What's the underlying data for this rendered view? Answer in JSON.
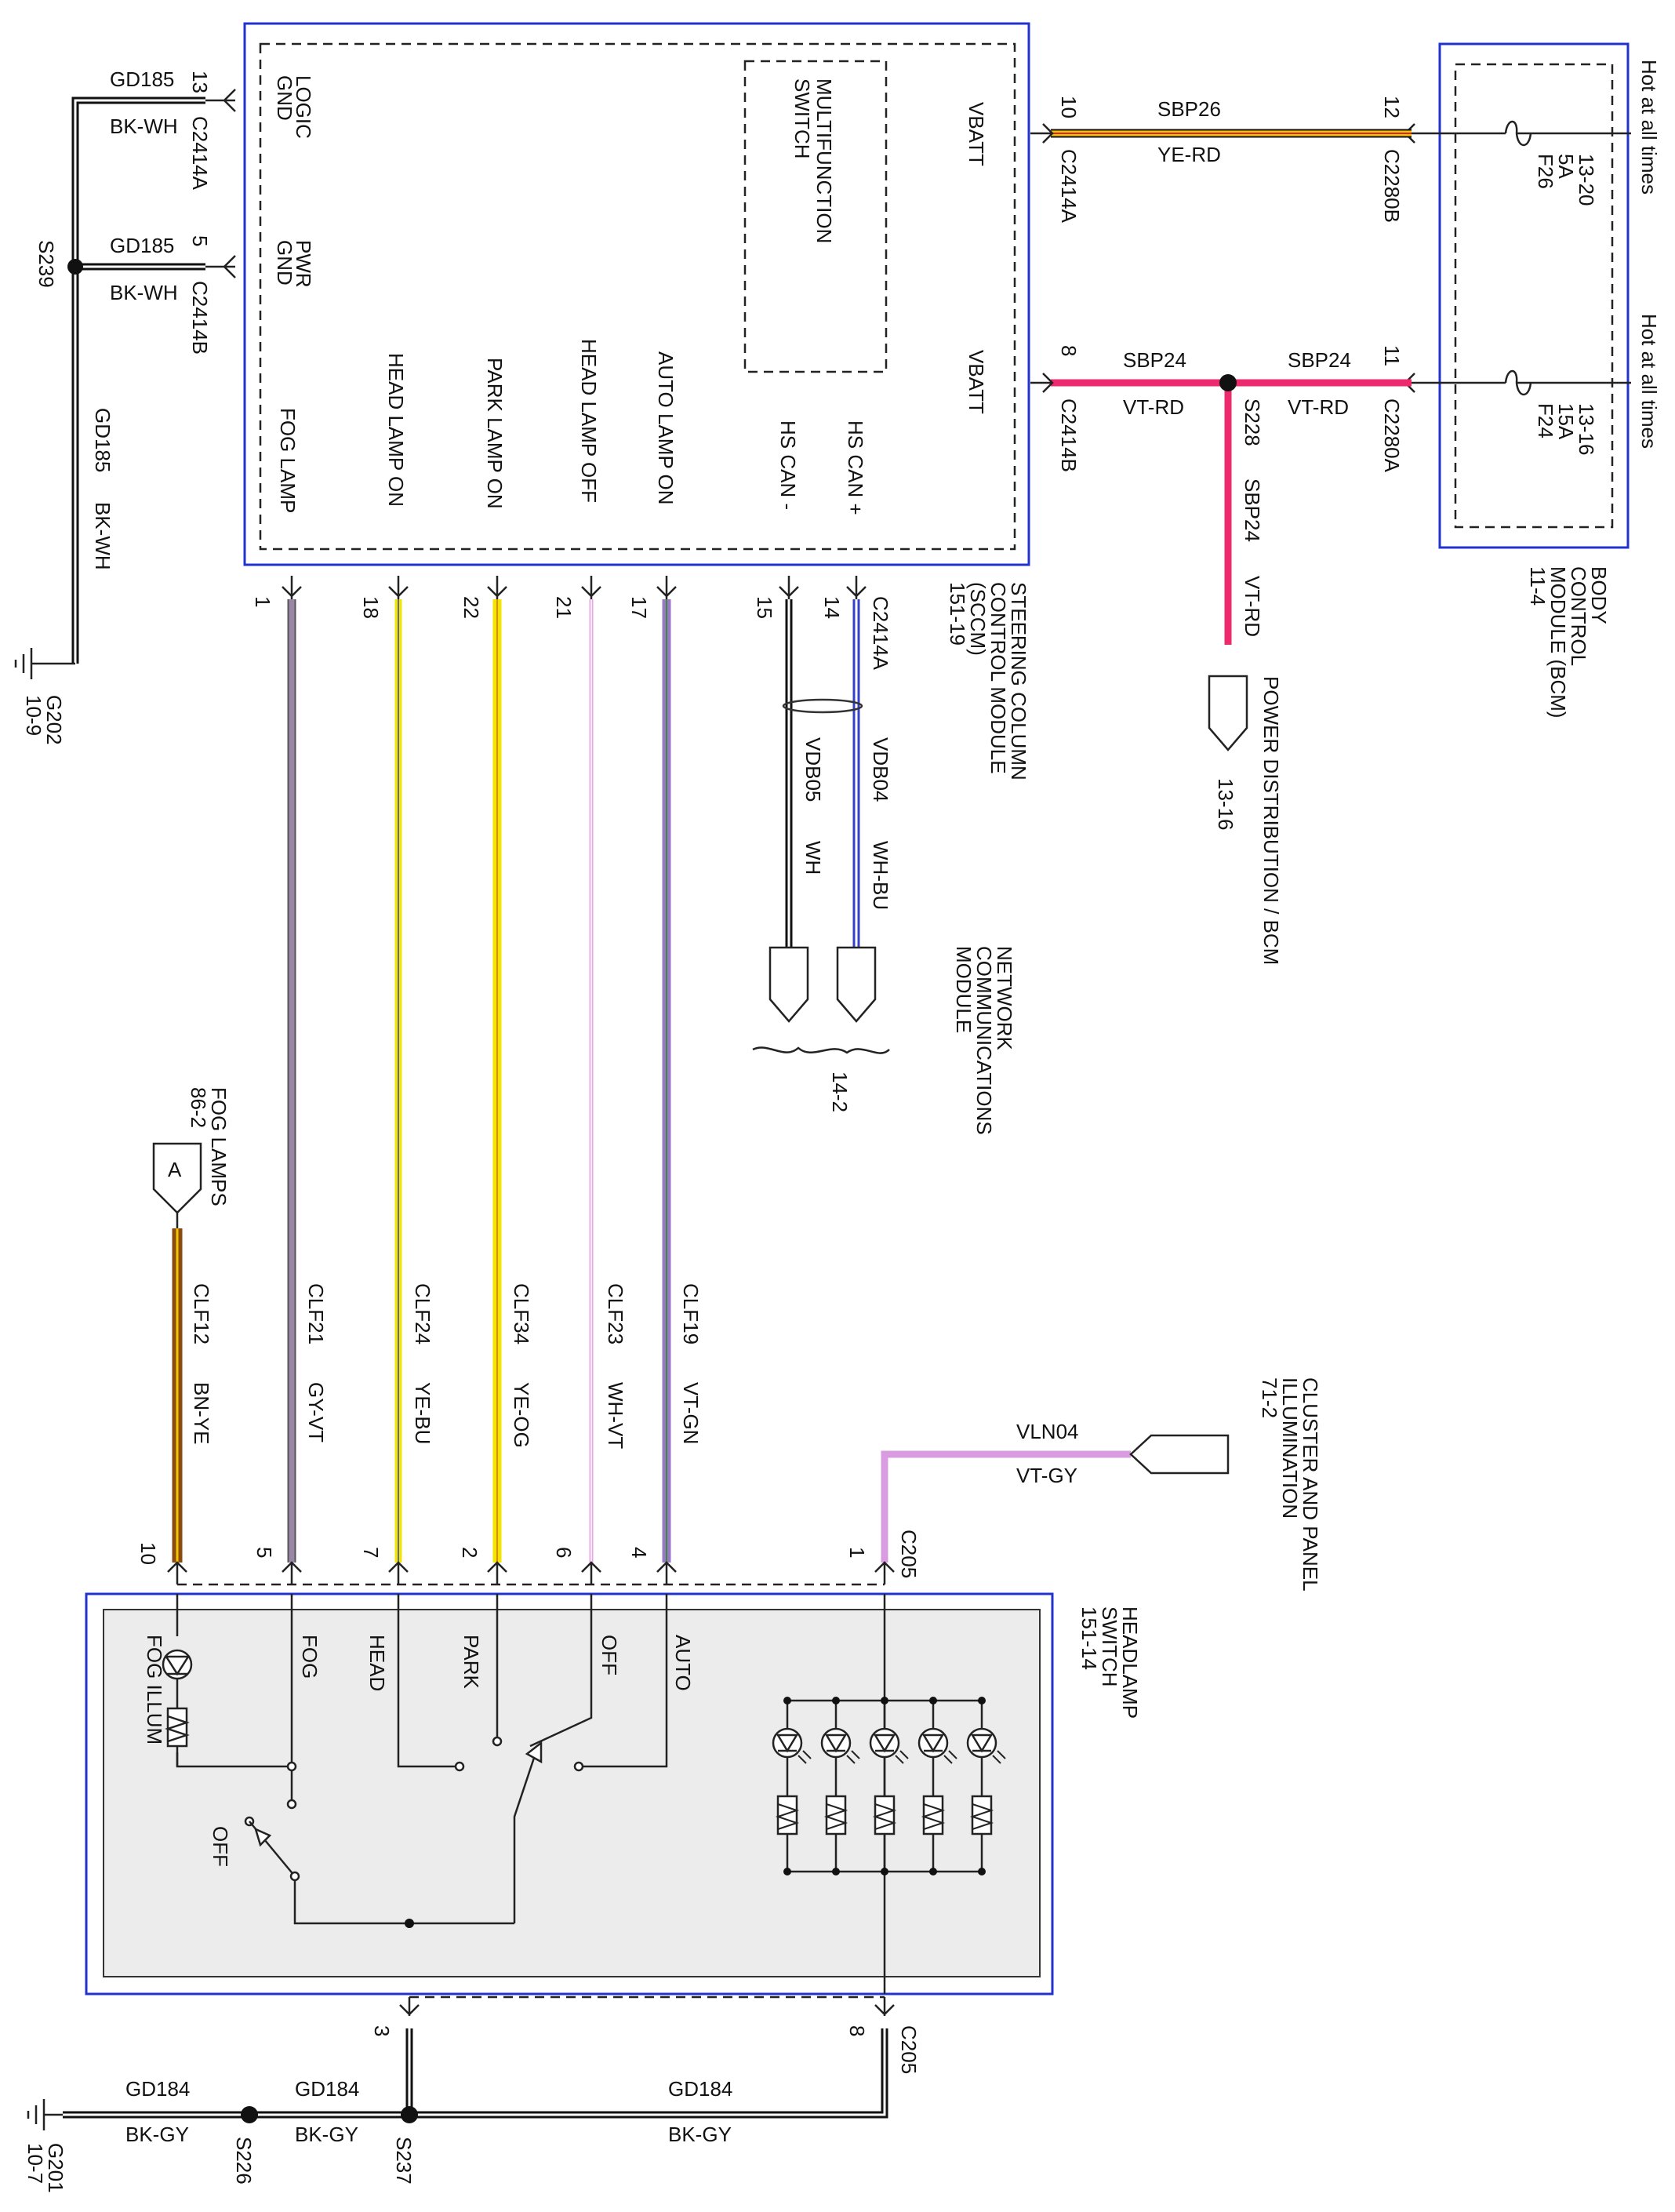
{
  "modules": {
    "sccm": {
      "name": [
        "STEERING COLUMN",
        "CONTROL MODULE",
        "(SCCM)",
        "151-19"
      ],
      "sub": [
        "MULTIFUNCTION",
        "SWITCH"
      ]
    },
    "bcm": {
      "name": [
        "BODY",
        "CONTROL",
        "MODULE (BCM)",
        "11-4"
      ]
    },
    "headlamp_switch": {
      "name": [
        "HEADLAMP",
        "SWITCH",
        "151-14"
      ]
    }
  },
  "sccm_pins_left": [
    {
      "pin": "13",
      "label": [
        "LOGIC",
        "GND"
      ],
      "connector": "C2414A"
    },
    {
      "pin": "5",
      "label": [
        "PWR",
        "GND"
      ],
      "connector": "C2414B"
    }
  ],
  "sccm_pins_bottom": [
    {
      "pin": "1",
      "label": "FOG LAMP"
    },
    {
      "pin": "18",
      "label": "HEAD LAMP ON"
    },
    {
      "pin": "22",
      "label": "PARK LAMP ON"
    },
    {
      "pin": "21",
      "label": "HEAD LAMP OFF"
    },
    {
      "pin": "17",
      "label": "AUTO LAMP ON"
    },
    {
      "pin": "15",
      "label": "HS CAN -"
    },
    {
      "pin": "14",
      "label": "HS CAN +"
    }
  ],
  "sccm_pins_right": [
    {
      "pin": "10",
      "label": "VBATT",
      "connector": "C2414A"
    },
    {
      "pin": "8",
      "label": "VBATT",
      "connector": "C2414B"
    }
  ],
  "bcm_fuses": [
    {
      "fuse": "F26",
      "amps": "5A",
      "ref": "13-20",
      "pin": "12",
      "connector": "C2280B",
      "hot": "Hot at all times"
    },
    {
      "fuse": "F24",
      "amps": "15A",
      "ref": "13-16",
      "pin": "11",
      "connector": "C2280A",
      "hot": "Hot at all times"
    }
  ],
  "ground_wires": {
    "top": {
      "circuit": "GD185",
      "color": "BK-WH",
      "splice": "S239",
      "ground": "G202",
      "ref": "10-9"
    },
    "bottom": {
      "circuit": "GD184",
      "color": "BK-GY",
      "splices": [
        "S226",
        "S237"
      ],
      "ground": "G201",
      "ref": "10-7"
    }
  },
  "power_wires": {
    "sbp26": {
      "circuit": "SBP26",
      "color": "YE-RD"
    },
    "sbp24": {
      "circuit": "SBP24",
      "color": "VT-RD",
      "splice": "S228"
    },
    "power_dist": {
      "label": "POWER DISTRIBUTION / BCM",
      "ref": "13-16"
    }
  },
  "can_wires": {
    "connector": "C2414A",
    "wires": [
      {
        "circuit": "VDB05",
        "color": "WH"
      },
      {
        "circuit": "VDB04",
        "color": "WH-BU"
      }
    ],
    "network": [
      "MODULE",
      "COMMUNICATIONS",
      "NETWORK"
    ],
    "ref": "14-2"
  },
  "switch_wires": [
    {
      "circuit": "CLF12",
      "color": "BN-YE",
      "pin": "10",
      "label": "FOG ILLUM"
    },
    {
      "circuit": "CLF21",
      "color": "GY-VT",
      "pin": "5",
      "label": "FOG"
    },
    {
      "circuit": "CLF24",
      "color": "YE-BU",
      "pin": "7",
      "label": "HEAD"
    },
    {
      "circuit": "CLF34",
      "color": "YE-OG",
      "pin": "2",
      "label": "PARK"
    },
    {
      "circuit": "CLF23",
      "color": "WH-VT",
      "pin": "6",
      "label": "OFF"
    },
    {
      "circuit": "CLF19",
      "color": "VT-GN",
      "pin": "4",
      "label": "AUTO"
    }
  ],
  "fog_lamps": {
    "label": "FOG LAMPS",
    "ref": "86-2",
    "connector": "A"
  },
  "illum": {
    "circuit": "VLN04",
    "color": "VT-GY",
    "pin": "1",
    "connector": "C205",
    "label": [
      "CLUSTER AND PANEL",
      "ILLUMINATION",
      "71-2"
    ]
  },
  "switch_lower": {
    "off_label": "OFF",
    "pins": [
      {
        "pin": "3"
      },
      {
        "pin": "8",
        "connector": "C205"
      }
    ]
  },
  "colors": {
    "sbp26": "#f2c500",
    "sbp24": "#ee2a6e",
    "gray_violet": "#9a86a6",
    "yellow": "#f2e600",
    "white_violet": "#e9a6e6",
    "violet": "#9a78c8",
    "brown_yellow": "#b8741c",
    "vt_gy": "#d99ce0",
    "wire_blue": "#3340cc"
  }
}
